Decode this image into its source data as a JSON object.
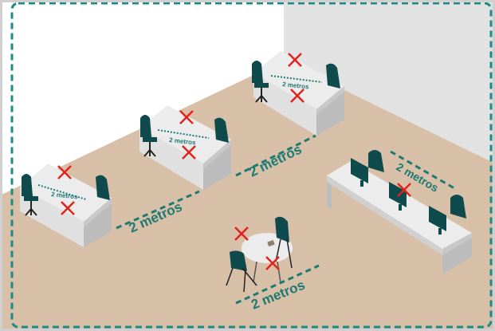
{
  "labels": {
    "desk_distance": "2 metros",
    "aisle_distance_1": "2 metros",
    "aisle_distance_2": "2 metros",
    "table_distance": "2 metros",
    "bench_distance": "2 metros"
  },
  "colors": {
    "floor": "#d8c0a8",
    "left_wall": "#ffffff",
    "back_wall": "#e2e2e2",
    "border": "#1d8a84",
    "chair": "#0f4b4d",
    "cross": "#e0231c",
    "desk_top": "#ececec",
    "desk_side": "#bcbcbc",
    "dotted_line": "#1d7a73"
  },
  "icons": [
    "cross-mark-icon",
    "office-chair-icon",
    "computer-monitor-icon"
  ]
}
